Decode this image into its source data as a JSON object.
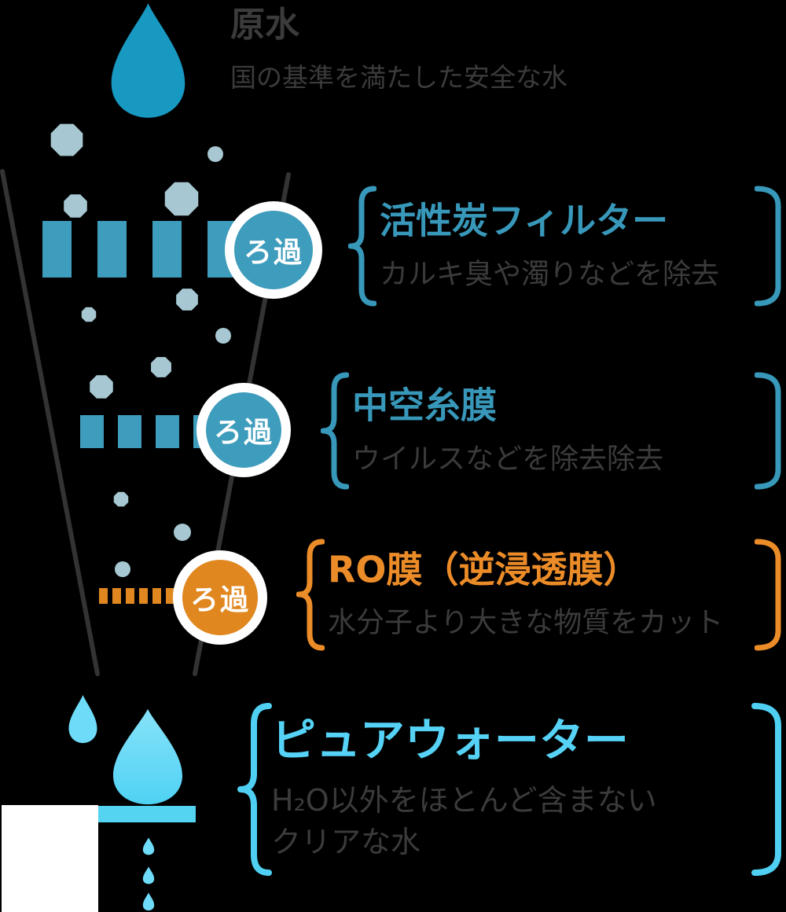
{
  "colors": {
    "bg": "#000000",
    "raw-drop": "#1899c2",
    "teal": "#3e9cbc",
    "teal-text": "#3898ba",
    "orange": "#e0871f",
    "orange-text": "#ec8c28",
    "cyan": "#4fd0f2",
    "cyan-text": "#55d2f5",
    "cyan-fill": "#55d4f1",
    "drop-light": "#6edcf8",
    "pure-drop-top": "#87e2f9",
    "pure-drop-bottom": "#4fd2f4",
    "particle": "#a7c8d2",
    "text-dark": "#3b3b3b",
    "line": "#333333",
    "white": "#ffffff"
  },
  "source": {
    "title": "原水",
    "subtitle": "国の基準を満たした安全な水"
  },
  "badges": [
    {
      "label": "ろ過"
    },
    {
      "label": "ろ過"
    },
    {
      "label": "ろ過"
    }
  ],
  "stages": [
    {
      "title": "活性炭フィルター",
      "subtitle": "カルキ臭や濁りなどを除去"
    },
    {
      "title": "中空糸膜",
      "subtitle": "ウイルスなどを除去除去"
    },
    {
      "title": "RO膜（逆浸透膜）",
      "subtitle": "水分子より大きな物質をカット"
    },
    {
      "title": "ピュアウォーター",
      "subtitle": "H₂O以外をほとんど含まないクリアな水",
      "subtitle_display": "H₂O以外をほとんど含まない\nクリアな水"
    }
  ]
}
